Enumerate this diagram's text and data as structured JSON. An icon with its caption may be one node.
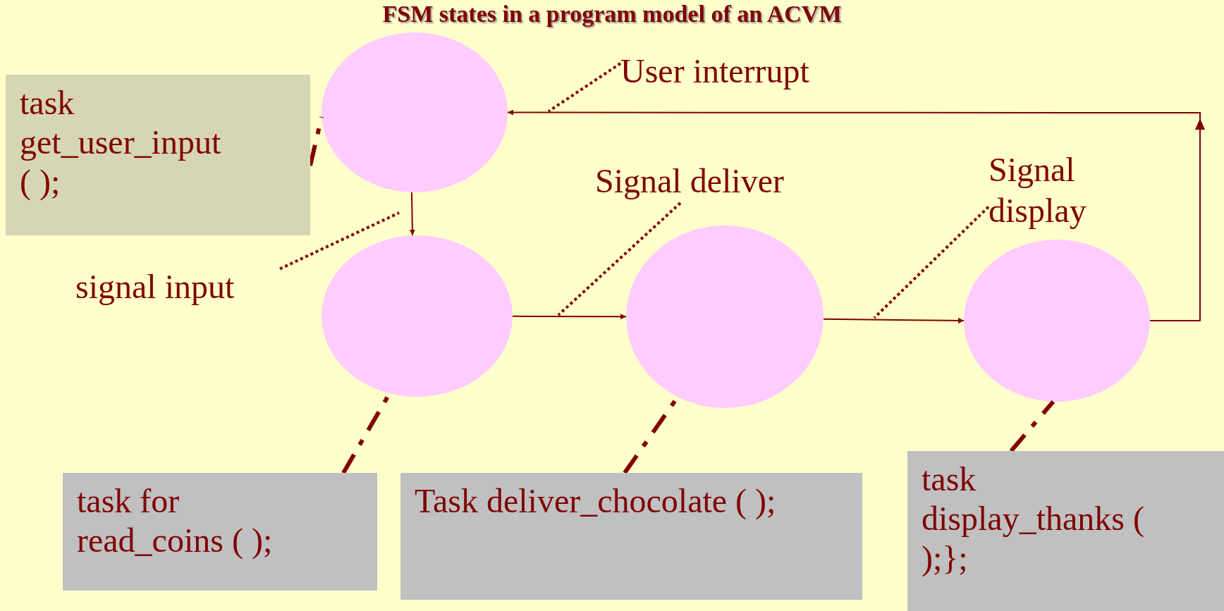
{
  "diagram": {
    "title": "FSM states in a program model of an ACVM",
    "nodes": [
      {
        "text": [
          "task get_user_input ( );"
        ]
      },
      {
        "text": [],
        "shape": "circle"
      },
      {
        "text": [],
        "shape": "circle"
      },
      {
        "text": [],
        "shape": "circle"
      },
      {
        "text": [],
        "shape": "circle"
      },
      {
        "text": [
          "User interrupt"
        ]
      },
      {
        "text": [
          "signal input"
        ]
      },
      {
        "text": [
          "Signal deliver"
        ]
      },
      {
        "text": [
          "Signal display"
        ]
      },
      {
        "text": [
          "task for read_coins ( );"
        ]
      },
      {
        "text": [
          "Task deliver_chocolate ( );"
        ]
      },
      {
        "text": [
          "task display_thanks ( );};"
        ]
      }
    ],
    "edges": [
      {
        "from": 1,
        "to": 2,
        "arrow": "to"
      },
      {
        "from": 2,
        "to": 3,
        "arrow": "to"
      },
      {
        "from": 3,
        "to": 4,
        "arrow": "to"
      },
      {
        "from": 4,
        "to": 1,
        "arrow": "to"
      },
      {
        "from": 0,
        "to": 1,
        "arrow": "none",
        "style": "dashed"
      },
      {
        "from": 9,
        "to": 2,
        "arrow": "none",
        "style": "dashed"
      },
      {
        "from": 10,
        "to": 3,
        "arrow": "none",
        "style": "dashed"
      },
      {
        "from": 11,
        "to": 4,
        "arrow": "none",
        "style": "dashed"
      },
      {
        "from": 5,
        "to": null,
        "arrow": "none",
        "style": "dashed"
      },
      {
        "from": 6,
        "to": null,
        "arrow": "none",
        "style": "dashed"
      },
      {
        "from": 7,
        "to": null,
        "arrow": "none",
        "style": "dashed"
      },
      {
        "from": 8,
        "to": null,
        "arrow": "none",
        "style": "dashed"
      }
    ]
  }
}
